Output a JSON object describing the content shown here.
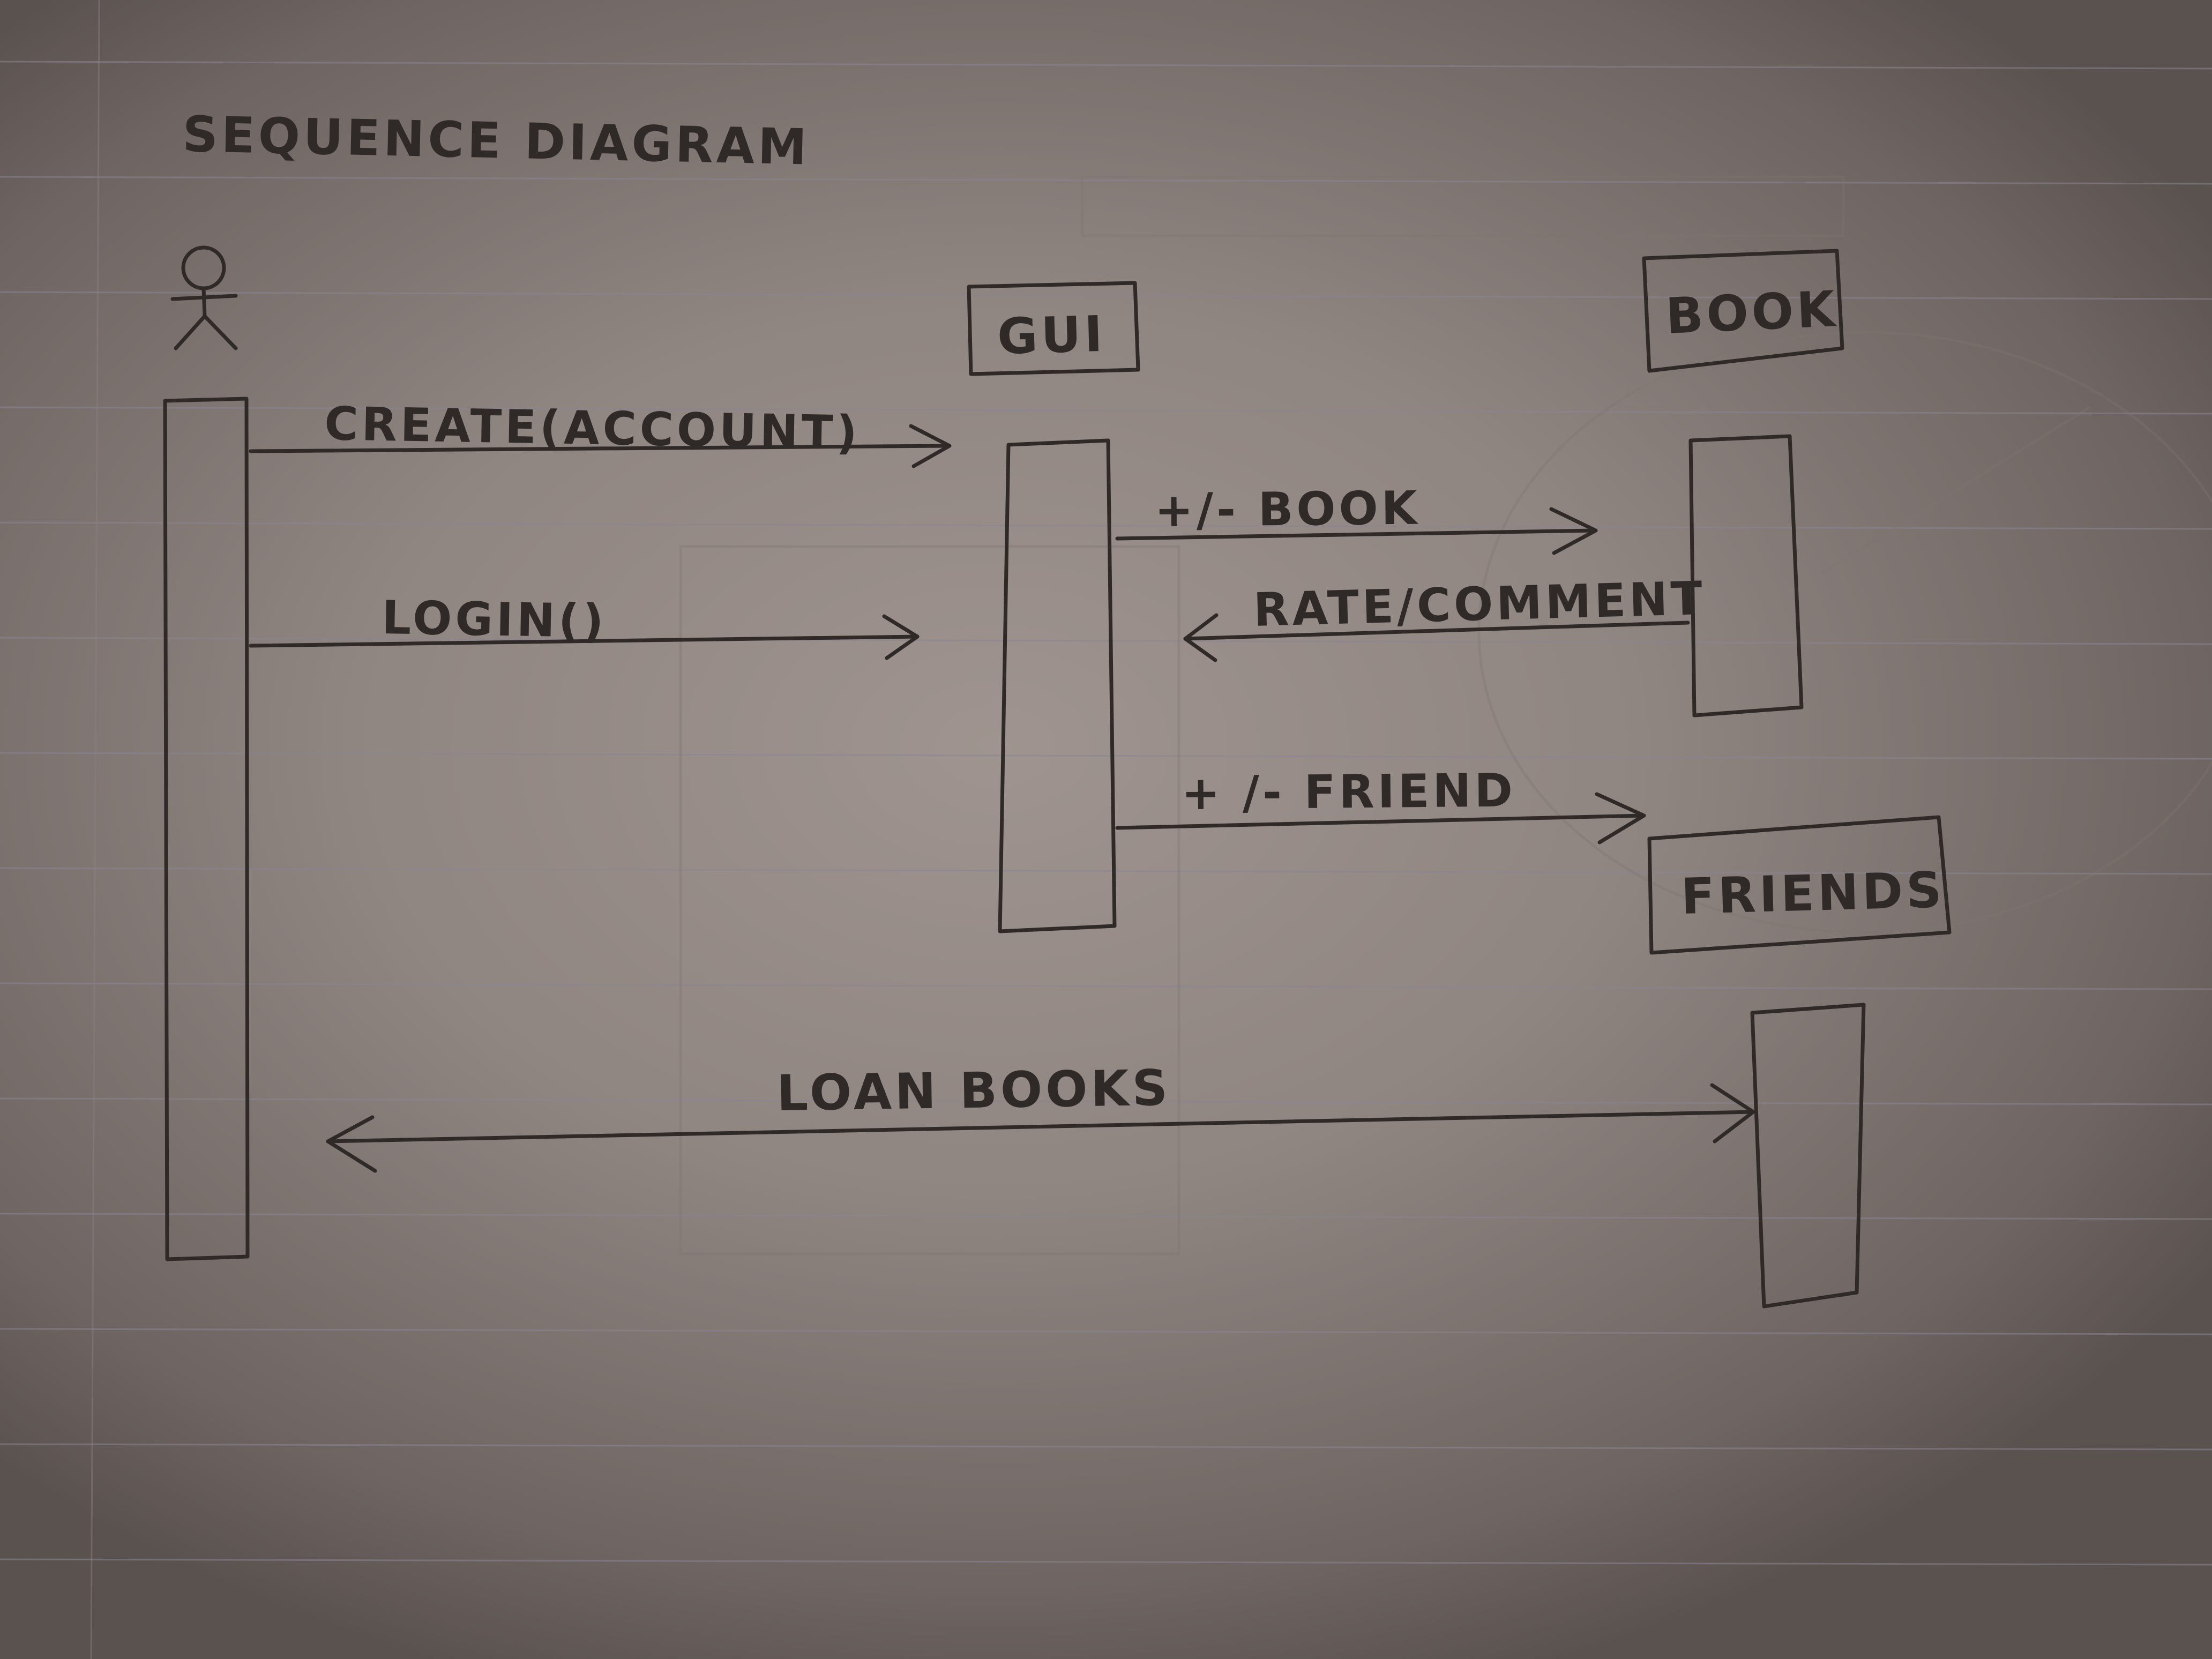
{
  "diagram": {
    "title": "SEQUENCE DIAGRAM",
    "participants": {
      "gui": "GUI",
      "book": "BOOK",
      "friends": "FRIENDS"
    },
    "messages": {
      "create_account": "CREATE(ACCOUNT)",
      "login": "LOGIN()",
      "add_remove_book": "+/- BOOK",
      "rate_comment": "RATE/COMMENT",
      "add_remove_friend": "+ /- FRIEND",
      "loan_books": "LOAN BOOKS"
    }
  }
}
